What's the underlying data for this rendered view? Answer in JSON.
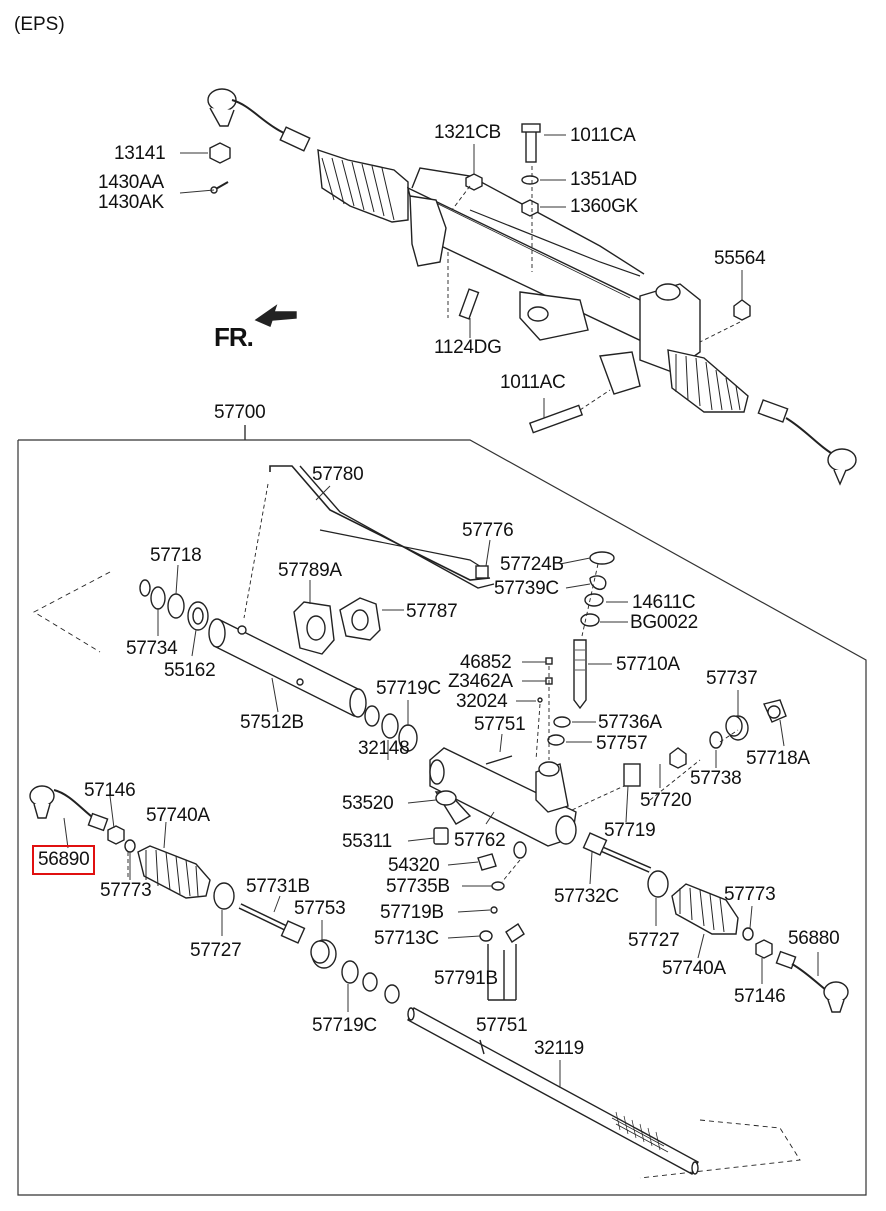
{
  "header": "(EPS)",
  "fr_label": "FR.",
  "highlight_color": "#e01010",
  "labels": {
    "p13141": "13141",
    "p1430AA": "1430AA",
    "p1430AK": "1430AK",
    "p1321CB": "1321CB",
    "p1011CA": "1011CA",
    "p1351AD": "1351AD",
    "p1360GK": "1360GK",
    "p55564": "55564",
    "p1124DG": "1124DG",
    "p1011AC": "1011AC",
    "p57700": "57700",
    "p57780": "57780",
    "p57776": "57776",
    "p57718": "57718",
    "p57789A": "57789A",
    "p57724B": "57724B",
    "p57739C": "57739C",
    "p57787": "57787",
    "p14611C": "14611C",
    "p57734": "57734",
    "p55162": "55162",
    "pBG0022": "BG0022",
    "p46852": "46852",
    "p57710A": "57710A",
    "pZ3462A": "Z3462A",
    "p57719C_a": "57719C",
    "p57737": "57737",
    "p32024": "32024",
    "p57512B": "57512B",
    "p57751_a": "57751",
    "p57736A": "57736A",
    "p57757": "57757",
    "p32148": "32148",
    "p57718A": "57718A",
    "p57146_a": "57146",
    "p53520": "53520",
    "p57738": "57738",
    "p57740A_a": "57740A",
    "p57720": "57720",
    "p55311": "55311",
    "p57762": "57762",
    "p57719": "57719",
    "p56890": "56890",
    "p54320": "54320",
    "p57773_a": "57773",
    "p57735B": "57735B",
    "p57732C": "57732C",
    "p57731B": "57731B",
    "p57773_b": "57773",
    "p57753": "57753",
    "p57719B": "57719B",
    "p56880": "56880",
    "p57713C": "57713C",
    "p57727_a": "57727",
    "p57727_b": "57727",
    "p57740A_b": "57740A",
    "p57791B": "57791B",
    "p57146_b": "57146",
    "p57719C_b": "57719C",
    "p57751_b": "57751",
    "p32119": "32119"
  }
}
